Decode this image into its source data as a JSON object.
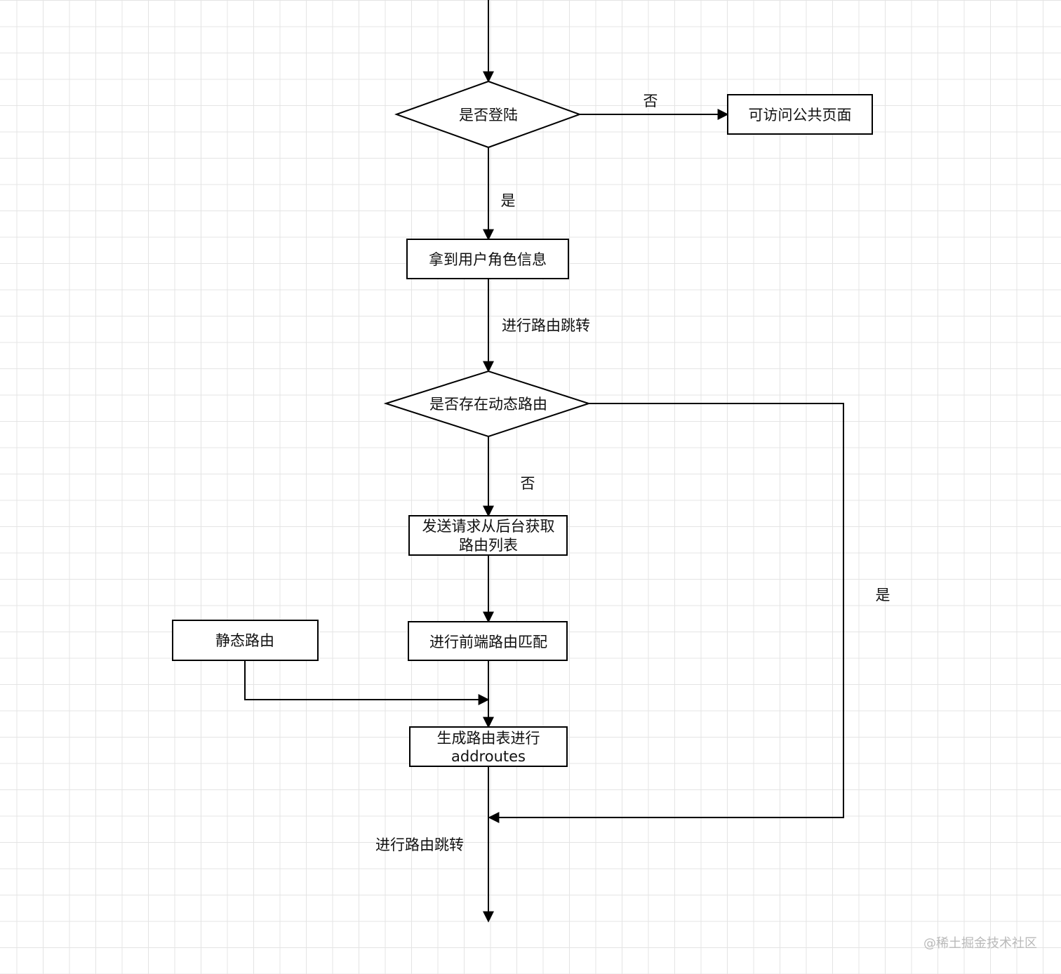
{
  "nodes": {
    "login_check": "是否登陆",
    "public_pages": "可访问公共页面",
    "get_user_role": "拿到用户角色信息",
    "dynamic_route_check": "是否存在动态路由",
    "fetch_route_list": [
      "发送请求从后台获取",
      "路由列表"
    ],
    "static_routes": "静态路由",
    "frontend_match": "进行前端路由匹配",
    "generate_routes": [
      "生成路由表进行",
      "addroutes"
    ]
  },
  "edges": {
    "login_no": "否",
    "login_yes": "是",
    "route_jump_1": "进行路由跳转",
    "dynamic_no": "否",
    "dynamic_yes": "是",
    "route_jump_2": "进行路由跳转"
  },
  "watermark": "@稀土掘金技术社区"
}
